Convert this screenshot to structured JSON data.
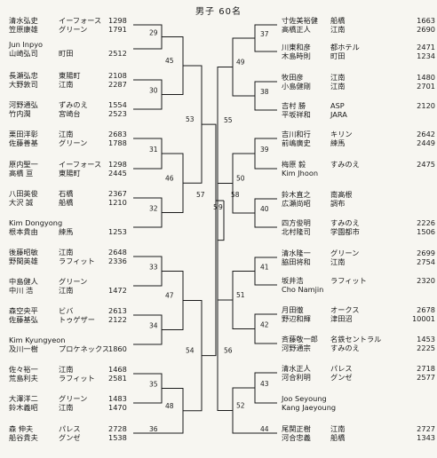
{
  "title": "男子 60名",
  "left": [
    {
      "names": [
        "清水弘史",
        "笠原康雄"
      ],
      "clubs": [
        "イーフォース",
        "グリーン"
      ],
      "pts": [
        "1298",
        "1791"
      ]
    },
    {
      "names": [
        "山崎弘司"
      ],
      "clubs": [
        "町田"
      ],
      "pts": [
        "2512"
      ],
      "extra": "Jun Inpyo"
    },
    {
      "names": [
        "長瀬弘忠",
        "大野敦司"
      ],
      "clubs": [
        "東陽町",
        "江南"
      ],
      "pts": [
        "2108",
        "2287"
      ]
    },
    {
      "names": [
        "河野通弘",
        "竹内潤"
      ],
      "clubs": [
        "ずみのえ",
        "宮崎台"
      ],
      "pts": [
        "1554",
        "2523"
      ]
    },
    {
      "names": [
        "栗田洋彰",
        "佐藤善基"
      ],
      "clubs": [
        "江南",
        "グリーン"
      ],
      "pts": [
        "2683",
        "1788"
      ]
    },
    {
      "names": [
        "原内聖一",
        "高橋 亘"
      ],
      "clubs": [
        "イーフォース",
        "東陽町"
      ],
      "pts": [
        "1298",
        "2445"
      ]
    },
    {
      "names": [
        "八田英俊",
        "大沢 誠"
      ],
      "clubs": [
        "石橋",
        "船橋"
      ],
      "pts": [
        "2367",
        "1210"
      ]
    },
    {
      "names": [
        "根本貴由"
      ],
      "clubs": [
        "練馬"
      ],
      "pts": [
        "1253"
      ],
      "extra": "Kim Dongyong"
    },
    {
      "names": [
        "後藤昭敏",
        "野間英雄"
      ],
      "clubs": [
        "江南",
        "ラフィット"
      ],
      "pts": [
        "2648",
        "2336"
      ]
    },
    {
      "names": [
        "中島健人",
        "中川 浩"
      ],
      "clubs": [
        "グリーン",
        "江南"
      ],
      "pts": [
        "",
        "1472"
      ]
    },
    {
      "names": [
        "森空央平",
        "佐藤基弘"
      ],
      "clubs": [
        "ビバ",
        "トゥゲザー"
      ],
      "pts": [
        "2613",
        "2122"
      ]
    },
    {
      "names": [
        "及川一樹"
      ],
      "clubs": [
        "プロケネックス"
      ],
      "pts": [
        "1860"
      ],
      "extra": "Kim Kyungyeon"
    },
    {
      "names": [
        "佐々裕一",
        "荒島利夫"
      ],
      "clubs": [
        "江南",
        "ラフィット"
      ],
      "pts": [
        "1468",
        "2581"
      ]
    },
    {
      "names": [
        "大澤洋二",
        "鈴木義昭"
      ],
      "clubs": [
        "グリーン",
        "江南"
      ],
      "pts": [
        "1483",
        "1470"
      ]
    },
    {
      "names": [
        "森 伸夫",
        "船谷貴夫"
      ],
      "clubs": [
        "パレス",
        "グンゼ"
      ],
      "pts": [
        "2728",
        "1538"
      ]
    }
  ],
  "right": [
    {
      "names": [
        "寸佐美裕健",
        "高橋正人"
      ],
      "clubs": [
        "船橋",
        "江南"
      ],
      "pts": [
        "1663",
        "2690"
      ]
    },
    {
      "names": [
        "川東和彦",
        "木島時則"
      ],
      "clubs": [
        "都ホテル",
        "町田"
      ],
      "pts": [
        "2471",
        "1234"
      ]
    },
    {
      "names": [
        "牧田彦",
        "小島健剛"
      ],
      "clubs": [
        "江南",
        "江南"
      ],
      "pts": [
        "1480",
        "2701"
      ]
    },
    {
      "names": [
        "吉村 勝",
        "平坂祥和"
      ],
      "clubs": [
        "ASP",
        "JARA"
      ],
      "pts": [
        "2120",
        ""
      ]
    },
    {
      "names": [
        "吉川和行",
        "前嶋廣史"
      ],
      "clubs": [
        "キリン",
        "練馬"
      ],
      "pts": [
        "2642",
        "2449"
      ]
    },
    {
      "names": [
        "梅原 毅"
      ],
      "clubs": [
        "すみのえ"
      ],
      "pts": [
        "2475"
      ],
      "extra": "Kim Jhoon"
    },
    {
      "names": [
        "鈴木直之",
        "広瀬尚昭"
      ],
      "clubs": [
        "南高根",
        "調布"
      ],
      "pts": [
        "",
        ""
      ]
    },
    {
      "names": [
        "四方俊明",
        "北村隆司"
      ],
      "clubs": [
        "すみのえ",
        "学園都市"
      ],
      "pts": [
        "2226",
        "1506"
      ]
    },
    {
      "names": [
        "清水隆一",
        "脇田将和"
      ],
      "clubs": [
        "グリーン",
        "江南"
      ],
      "pts": [
        "2699",
        "2754"
      ]
    },
    {
      "names": [
        "坂井浩"
      ],
      "clubs": [
        "ラフィット"
      ],
      "pts": [
        "2320"
      ],
      "extra": "Cho Namjin"
    },
    {
      "names": [
        "月田徹",
        "野辺和輝"
      ],
      "clubs": [
        "オークス",
        "津田沼"
      ],
      "pts": [
        "2678",
        "10001"
      ]
    },
    {
      "names": [
        "斉藤敬一郎",
        "河野通宗"
      ],
      "clubs": [
        "名鉄セントラル",
        "すみのえ"
      ],
      "pts": [
        "1453",
        "2225"
      ]
    },
    {
      "names": [
        "清水正人",
        "河合利明"
      ],
      "clubs": [
        "パレス",
        "グンゼ"
      ],
      "pts": [
        "2718",
        "2577"
      ]
    },
    {
      "names": [],
      "clubs": [],
      "pts": [],
      "extra": "Joo Seyoung",
      "extra2": "Kang Jaeyoung"
    },
    {
      "names": [
        "尾関正樹",
        "河合忠義"
      ],
      "clubs": [
        "江南",
        "船橋"
      ],
      "pts": [
        "2727",
        "1343"
      ]
    }
  ],
  "match_numbers": {
    "left_r1": [
      "29",
      "30",
      "31",
      "32",
      "33",
      "34",
      "35",
      "36"
    ],
    "left_r2": [
      "45",
      "46",
      "47",
      "48"
    ],
    "left_r3": [
      "53",
      "54"
    ],
    "right_r1": [
      "37",
      "38",
      "39",
      "40",
      "41",
      "42",
      "43",
      "44"
    ],
    "right_r2": [
      "49",
      "50",
      "51",
      "52"
    ],
    "right_r3": [
      "55",
      "56"
    ],
    "final": [
      "57",
      "58",
      "59",
      "5",
      "9"
    ]
  }
}
